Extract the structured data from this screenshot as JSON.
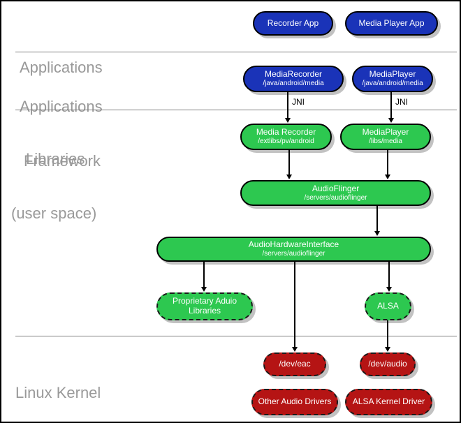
{
  "sections": {
    "applications": {
      "label": "Applications"
    },
    "framework": {
      "line1": "Applications",
      "line2": "Framework"
    },
    "libraries": {
      "line1": "Libraries",
      "line2": "(user space)"
    },
    "kernel": {
      "label": "Linux Kernel"
    }
  },
  "labels": {
    "jni": "JNI"
  },
  "nodes": {
    "recorder_app": {
      "title": "Recorder App"
    },
    "media_player_app": {
      "title": "Media Player App"
    },
    "mediarecorder_fw": {
      "title": "MediaRecorder",
      "subtitle": "/java/android/media"
    },
    "mediaplayer_fw": {
      "title": "MediaPlayer",
      "subtitle": "/java/android/media"
    },
    "mediarecorder_lib": {
      "title": "Media Recorder",
      "subtitle": "/extlibs/pv/android"
    },
    "mediaplayer_lib": {
      "title": "MediaPlayer",
      "subtitle": "/libs/media"
    },
    "audioflinger": {
      "title": "AudioFlinger",
      "subtitle": "/servers/audioflinger"
    },
    "audio_hw_interface": {
      "title": "AudioHardwareInterface",
      "subtitle": "/servers/audioflinger"
    },
    "proprietary_audio": {
      "title": "Proprietary Aduio",
      "title2": "Libraries"
    },
    "alsa": {
      "title": "ALSA"
    },
    "dev_eac": {
      "title": "/dev/eac"
    },
    "dev_audio": {
      "title": "/dev/audio"
    },
    "other_audio_drivers": {
      "title": "Other Audio Drivers"
    },
    "alsa_kernel_driver": {
      "title": "ALSA Kernel Driver"
    }
  },
  "colors": {
    "app_blue": "#1a33b8",
    "lib_green": "#2dc850",
    "kernel_red": "#b51414",
    "section_label_gray": "#999999",
    "shadow_gray": "#c2c2c2"
  }
}
